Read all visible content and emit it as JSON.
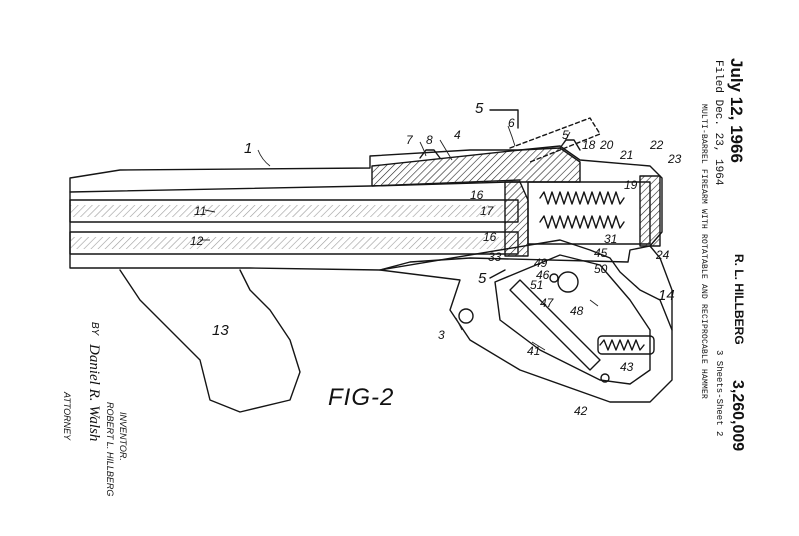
{
  "header": {
    "date": "July 12, 1966",
    "filed": "Filed Dec. 23, 1964",
    "title": "MULTI-BARREL FIREARM WITH ROTATABLE AND RECIPROCABLE HAMMER",
    "inventor": "R. L. HILLBERG",
    "patent_number": "3,260,009",
    "sheets": "3 Sheets-Sheet 2"
  },
  "figure": {
    "label": "FIG-2"
  },
  "inventor_block": {
    "label": "INVENTOR.",
    "name": "ROBERT L. HILLBERG",
    "by": "BY",
    "signature": "Daniel R. Walsh",
    "attorney": "ATTORNEY"
  },
  "refs": {
    "r1": "1",
    "r3": "3",
    "r4": "4",
    "r5a": "5",
    "r5b": "5",
    "r5c": "5",
    "r6": "6",
    "r7": "7",
    "r8": "8",
    "r11": "11",
    "r12": "12",
    "r13": "13",
    "r14": "14",
    "r16a": "16",
    "r16b": "16",
    "r17": "17",
    "r18": "18",
    "r19": "19",
    "r20": "20",
    "r21": "21",
    "r22": "22",
    "r23": "23",
    "r24": "24",
    "r31": "31",
    "r33": "33",
    "r41": "41",
    "r42": "42",
    "r43": "43",
    "r45": "45",
    "r46": "46",
    "r47": "47",
    "r48": "48",
    "r49": "49",
    "r50": "50",
    "r51": "51"
  }
}
